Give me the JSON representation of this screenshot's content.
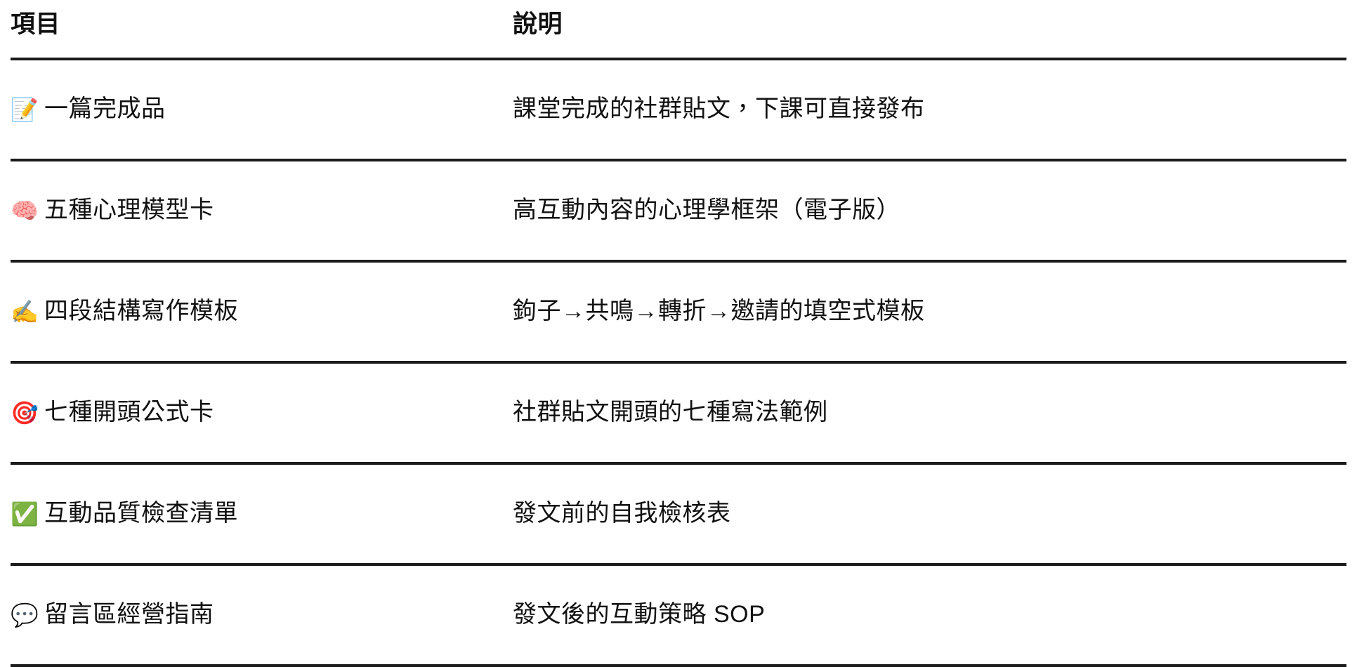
{
  "table": {
    "headers": {
      "item": "項目",
      "description": "說明"
    },
    "rows": [
      {
        "emoji": "📝",
        "icon_name": "memo-icon",
        "item": "一篇完成品",
        "description": "課堂完成的社群貼文，下課可直接發布"
      },
      {
        "emoji": "🧠",
        "icon_name": "brain-icon",
        "item": "五種心理模型卡",
        "description": "高互動內容的心理學框架（電子版）"
      },
      {
        "emoji": "✍️",
        "icon_name": "writing-hand-icon",
        "item": "四段結構寫作模板",
        "description": "鉤子→共鳴→轉折→邀請的填空式模板"
      },
      {
        "emoji": "🎯",
        "icon_name": "target-icon",
        "item": "七種開頭公式卡",
        "description": "社群貼文開頭的七種寫法範例"
      },
      {
        "emoji": "✅",
        "icon_name": "check-mark-button-icon",
        "item": "互動品質檢查清單",
        "description": "發文前的自我檢核表"
      },
      {
        "emoji": "💬",
        "icon_name": "speech-balloon-icon",
        "item": "留言區經營指南",
        "description": "發文後的互動策略 SOP"
      }
    ]
  },
  "colors": {
    "background": "#ffffff",
    "text": "#111111",
    "rule": "#1b1b1b",
    "brain_pink": "#f472b6",
    "target_red": "#e5295c",
    "check_green": "#3ac267",
    "balloon_purple": "#a79ce0",
    "pencil_orange": "#f08a3c"
  }
}
